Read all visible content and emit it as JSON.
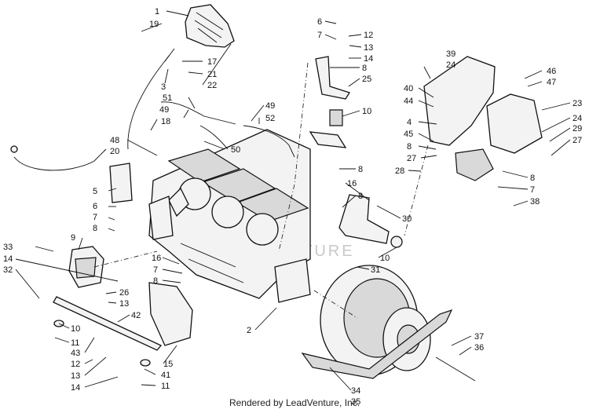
{
  "footer": {
    "text": "Rendered by LeadVenture, Inc."
  },
  "watermark": {
    "text": "VENTURE"
  },
  "callouts": [
    {
      "id": "c1",
      "text": "1"
    },
    {
      "id": "c19",
      "text": "19"
    },
    {
      "id": "c17",
      "text": "17"
    },
    {
      "id": "c21",
      "text": "21"
    },
    {
      "id": "c22",
      "text": "22"
    },
    {
      "id": "c3",
      "text": "3"
    },
    {
      "id": "c51",
      "text": "51"
    },
    {
      "id": "c49a",
      "text": "49"
    },
    {
      "id": "c18",
      "text": "18"
    },
    {
      "id": "c49b",
      "text": "49"
    },
    {
      "id": "c52",
      "text": "52"
    },
    {
      "id": "c50",
      "text": "50"
    },
    {
      "id": "c48",
      "text": "48"
    },
    {
      "id": "c20",
      "text": "20"
    },
    {
      "id": "c5",
      "text": "5"
    },
    {
      "id": "c6a",
      "text": "6"
    },
    {
      "id": "c7a",
      "text": "7"
    },
    {
      "id": "c8a",
      "text": "8"
    },
    {
      "id": "c9",
      "text": "9"
    },
    {
      "id": "c33",
      "text": "33"
    },
    {
      "id": "c14a",
      "text": "14"
    },
    {
      "id": "c32",
      "text": "32"
    },
    {
      "id": "c26",
      "text": "26"
    },
    {
      "id": "c13a",
      "text": "13"
    },
    {
      "id": "c42",
      "text": "42"
    },
    {
      "id": "c10a",
      "text": "10"
    },
    {
      "id": "c11a",
      "text": "11"
    },
    {
      "id": "c43",
      "text": "43"
    },
    {
      "id": "c12a",
      "text": "12"
    },
    {
      "id": "c13b",
      "text": "13"
    },
    {
      "id": "c14b",
      "text": "14"
    },
    {
      "id": "c41",
      "text": "41"
    },
    {
      "id": "c11b",
      "text": "11"
    },
    {
      "id": "c15",
      "text": "15"
    },
    {
      "id": "c16a",
      "text": "16"
    },
    {
      "id": "c7b",
      "text": "7"
    },
    {
      "id": "c8b",
      "text": "8"
    },
    {
      "id": "c2",
      "text": "2"
    },
    {
      "id": "c6b",
      "text": "6"
    },
    {
      "id": "c7c",
      "text": "7"
    },
    {
      "id": "c12b",
      "text": "12"
    },
    {
      "id": "c13c",
      "text": "13"
    },
    {
      "id": "c14c",
      "text": "14"
    },
    {
      "id": "c8c",
      "text": "8"
    },
    {
      "id": "c25",
      "text": "25"
    },
    {
      "id": "c10b",
      "text": "10"
    },
    {
      "id": "c8d",
      "text": "8"
    },
    {
      "id": "c16b",
      "text": "16"
    },
    {
      "id": "c8e",
      "text": "8"
    },
    {
      "id": "c30",
      "text": "30"
    },
    {
      "id": "c10c",
      "text": "10"
    },
    {
      "id": "c31",
      "text": "31"
    },
    {
      "id": "c39",
      "text": "39"
    },
    {
      "id": "c24a",
      "text": "24"
    },
    {
      "id": "c40",
      "text": "40"
    },
    {
      "id": "c44",
      "text": "44"
    },
    {
      "id": "c4",
      "text": "4"
    },
    {
      "id": "c45",
      "text": "45"
    },
    {
      "id": "c8f",
      "text": "8"
    },
    {
      "id": "c27a",
      "text": "27"
    },
    {
      "id": "c28",
      "text": "28"
    },
    {
      "id": "c46",
      "text": "46"
    },
    {
      "id": "c47",
      "text": "47"
    },
    {
      "id": "c23",
      "text": "23"
    },
    {
      "id": "c24b",
      "text": "24"
    },
    {
      "id": "c29",
      "text": "29"
    },
    {
      "id": "c27b",
      "text": "27"
    },
    {
      "id": "c8g",
      "text": "8"
    },
    {
      "id": "c7d",
      "text": "7"
    },
    {
      "id": "c38",
      "text": "38"
    },
    {
      "id": "c37",
      "text": "37"
    },
    {
      "id": "c36",
      "text": "36"
    },
    {
      "id": "c34",
      "text": "34"
    },
    {
      "id": "c35",
      "text": "35"
    }
  ]
}
